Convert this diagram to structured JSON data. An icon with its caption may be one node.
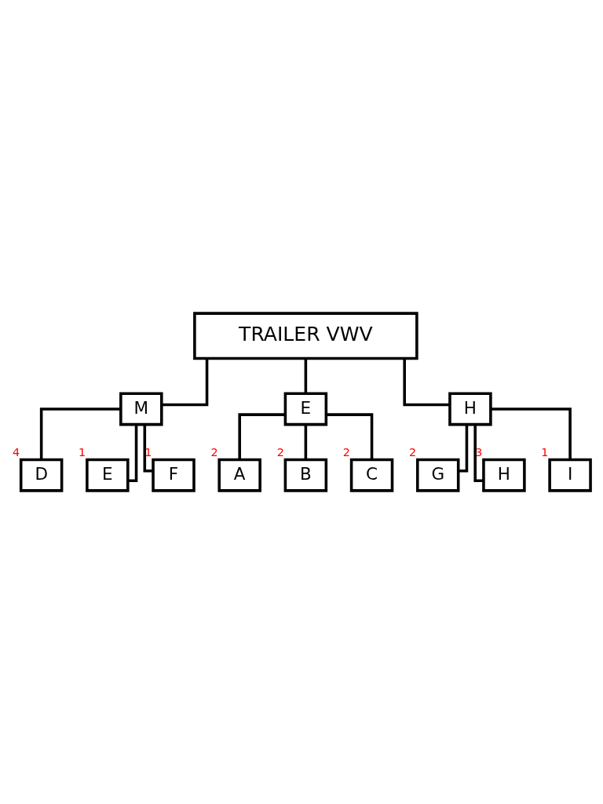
{
  "diagram": {
    "nodes": [
      {
        "text": [
          "TRAILER VWV"
        ]
      },
      {
        "text": [
          "M"
        ]
      },
      {
        "text": [
          "E"
        ]
      },
      {
        "text": [
          "H"
        ]
      },
      {
        "text": [
          "D"
        ],
        "beside": [
          "4"
        ]
      },
      {
        "text": [
          "E"
        ],
        "beside": [
          "1"
        ]
      },
      {
        "text": [
          "F"
        ],
        "beside": [
          "1"
        ]
      },
      {
        "text": [
          "A"
        ],
        "beside": [
          "2"
        ]
      },
      {
        "text": [
          "B"
        ],
        "beside": [
          "2"
        ]
      },
      {
        "text": [
          "C"
        ],
        "beside": [
          "2"
        ]
      },
      {
        "text": [
          "G"
        ],
        "beside": [
          "2"
        ]
      },
      {
        "text": [
          "H"
        ],
        "beside": [
          "3"
        ]
      },
      {
        "text": [
          "I"
        ],
        "beside": [
          "1"
        ]
      }
    ],
    "edges": [
      {
        "from": 0,
        "to": 1,
        "arrow": "none"
      },
      {
        "from": 0,
        "to": 2,
        "arrow": "none"
      },
      {
        "from": 0,
        "to": 3,
        "arrow": "none"
      },
      {
        "from": 1,
        "to": 4,
        "arrow": "none"
      },
      {
        "from": 1,
        "to": 5,
        "arrow": "none"
      },
      {
        "from": 1,
        "to": 6,
        "arrow": "none"
      },
      {
        "from": 2,
        "to": 7,
        "arrow": "none"
      },
      {
        "from": 2,
        "to": 8,
        "arrow": "none"
      },
      {
        "from": 2,
        "to": 9,
        "arrow": "none"
      },
      {
        "from": 3,
        "to": 10,
        "arrow": "none"
      },
      {
        "from": 3,
        "to": 11,
        "arrow": "none"
      },
      {
        "from": 3,
        "to": 12,
        "arrow": "none"
      }
    ]
  }
}
